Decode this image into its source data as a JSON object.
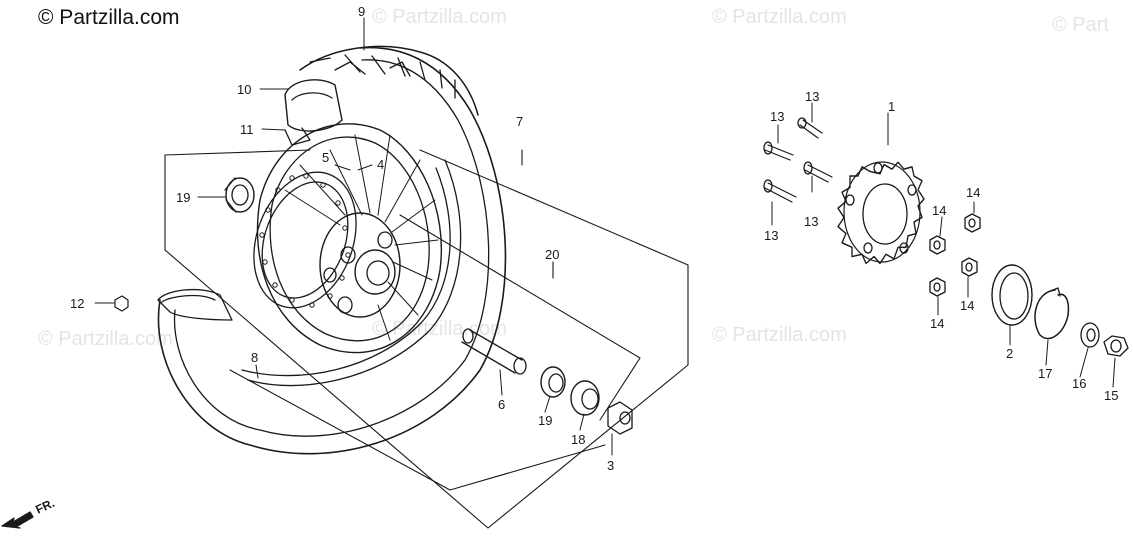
{
  "copyright": "© Partzilla.com",
  "watermark": "© Partzilla.com",
  "watermark_partial": "© Part",
  "front_label": "FR.",
  "callouts": {
    "c1": "1",
    "c2": "2",
    "c3": "3",
    "c4": "4",
    "c5": "5",
    "c6": "6",
    "c7": "7",
    "c8": "8",
    "c9": "9",
    "c10": "10",
    "c11": "11",
    "c12": "12",
    "c13a": "13",
    "c13b": "13",
    "c13c": "13",
    "c13d": "13",
    "c14a": "14",
    "c14b": "14",
    "c14c": "14",
    "c14d": "14",
    "c15": "15",
    "c16": "16",
    "c17": "17",
    "c18": "18",
    "c19a": "19",
    "c19b": "19",
    "c20": "20"
  },
  "colors": {
    "line": "#1a1a1a",
    "watermark": "#e4e4e4"
  }
}
